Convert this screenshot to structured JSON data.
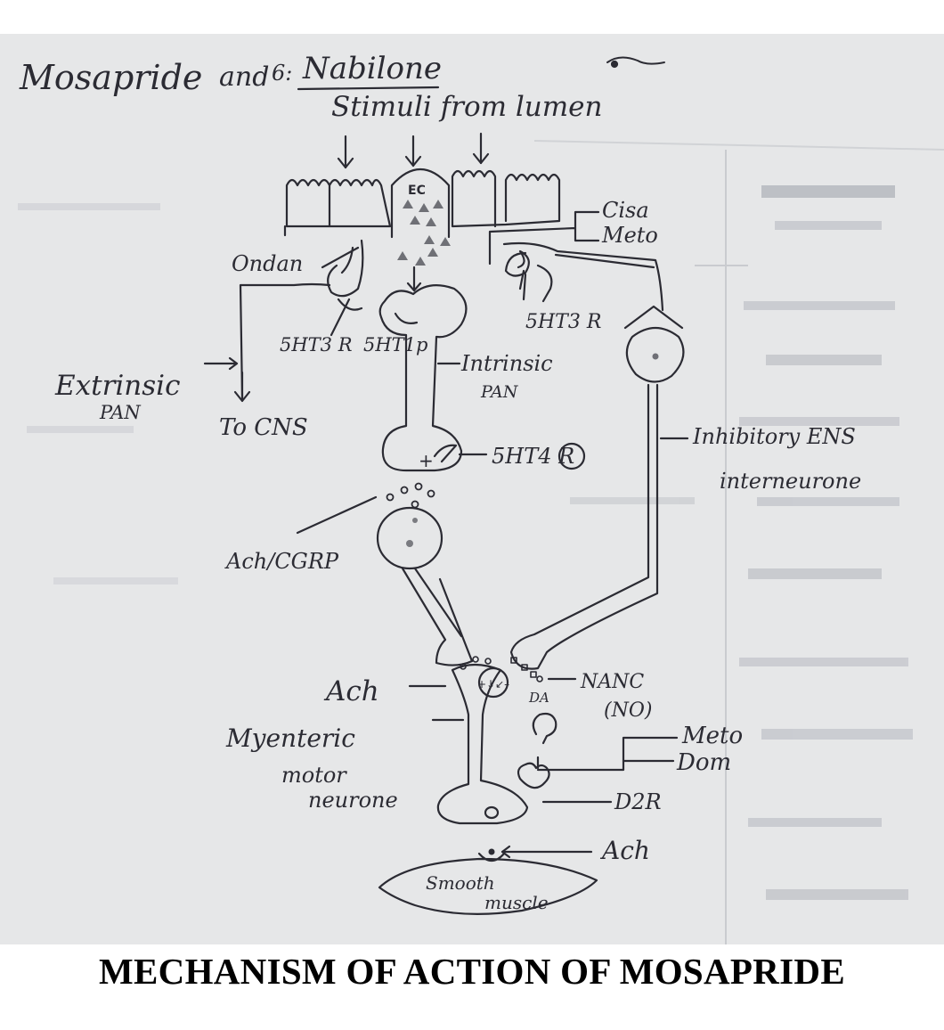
{
  "caption": "MECHANISM OF ACTION OF MOSAPRIDE",
  "colors": {
    "page": "#ffffff",
    "paper": "#e6e7e8",
    "ink": "#2b2b33",
    "bleed_through": "#b9bcc2"
  },
  "diagram": {
    "heading": {
      "drug": "Mosapride",
      "separator": "and",
      "number": "6:",
      "drug2": "Nabilone"
    },
    "labels": {
      "stimuli": "Stimuli from lumen",
      "ec": "EC",
      "cisa": "Cisa",
      "meto_top": "Meto",
      "ondan": "Ondan",
      "extrinsic": "Extrinsic",
      "extrinsic_pan": "PAN",
      "to_cns": "To CNS",
      "ht3r_left": "5HT3 R",
      "ht1p": "5HT1p",
      "ht3r_right": "5HT3 R",
      "intrinsic": "Intrinsic",
      "intrinsic_pan": "PAN",
      "ht4r": "5HT4 R",
      "inhibitory": "Inhibitory ENS",
      "interneurone": "interneurone",
      "plus": "+",
      "ach_cgrp": "Ach/CGRP",
      "ach_mid": "Ach",
      "nanc": "NANC",
      "no": "(NO)",
      "da": "DA",
      "meto_low": "Meto",
      "dom": "Dom",
      "myenteric": "Myenteric",
      "motor": "motor",
      "neurone": "neurone",
      "d2r": "D2R",
      "ach_low": "Ach",
      "smooth": "Smooth",
      "muscle": "muscle"
    }
  }
}
